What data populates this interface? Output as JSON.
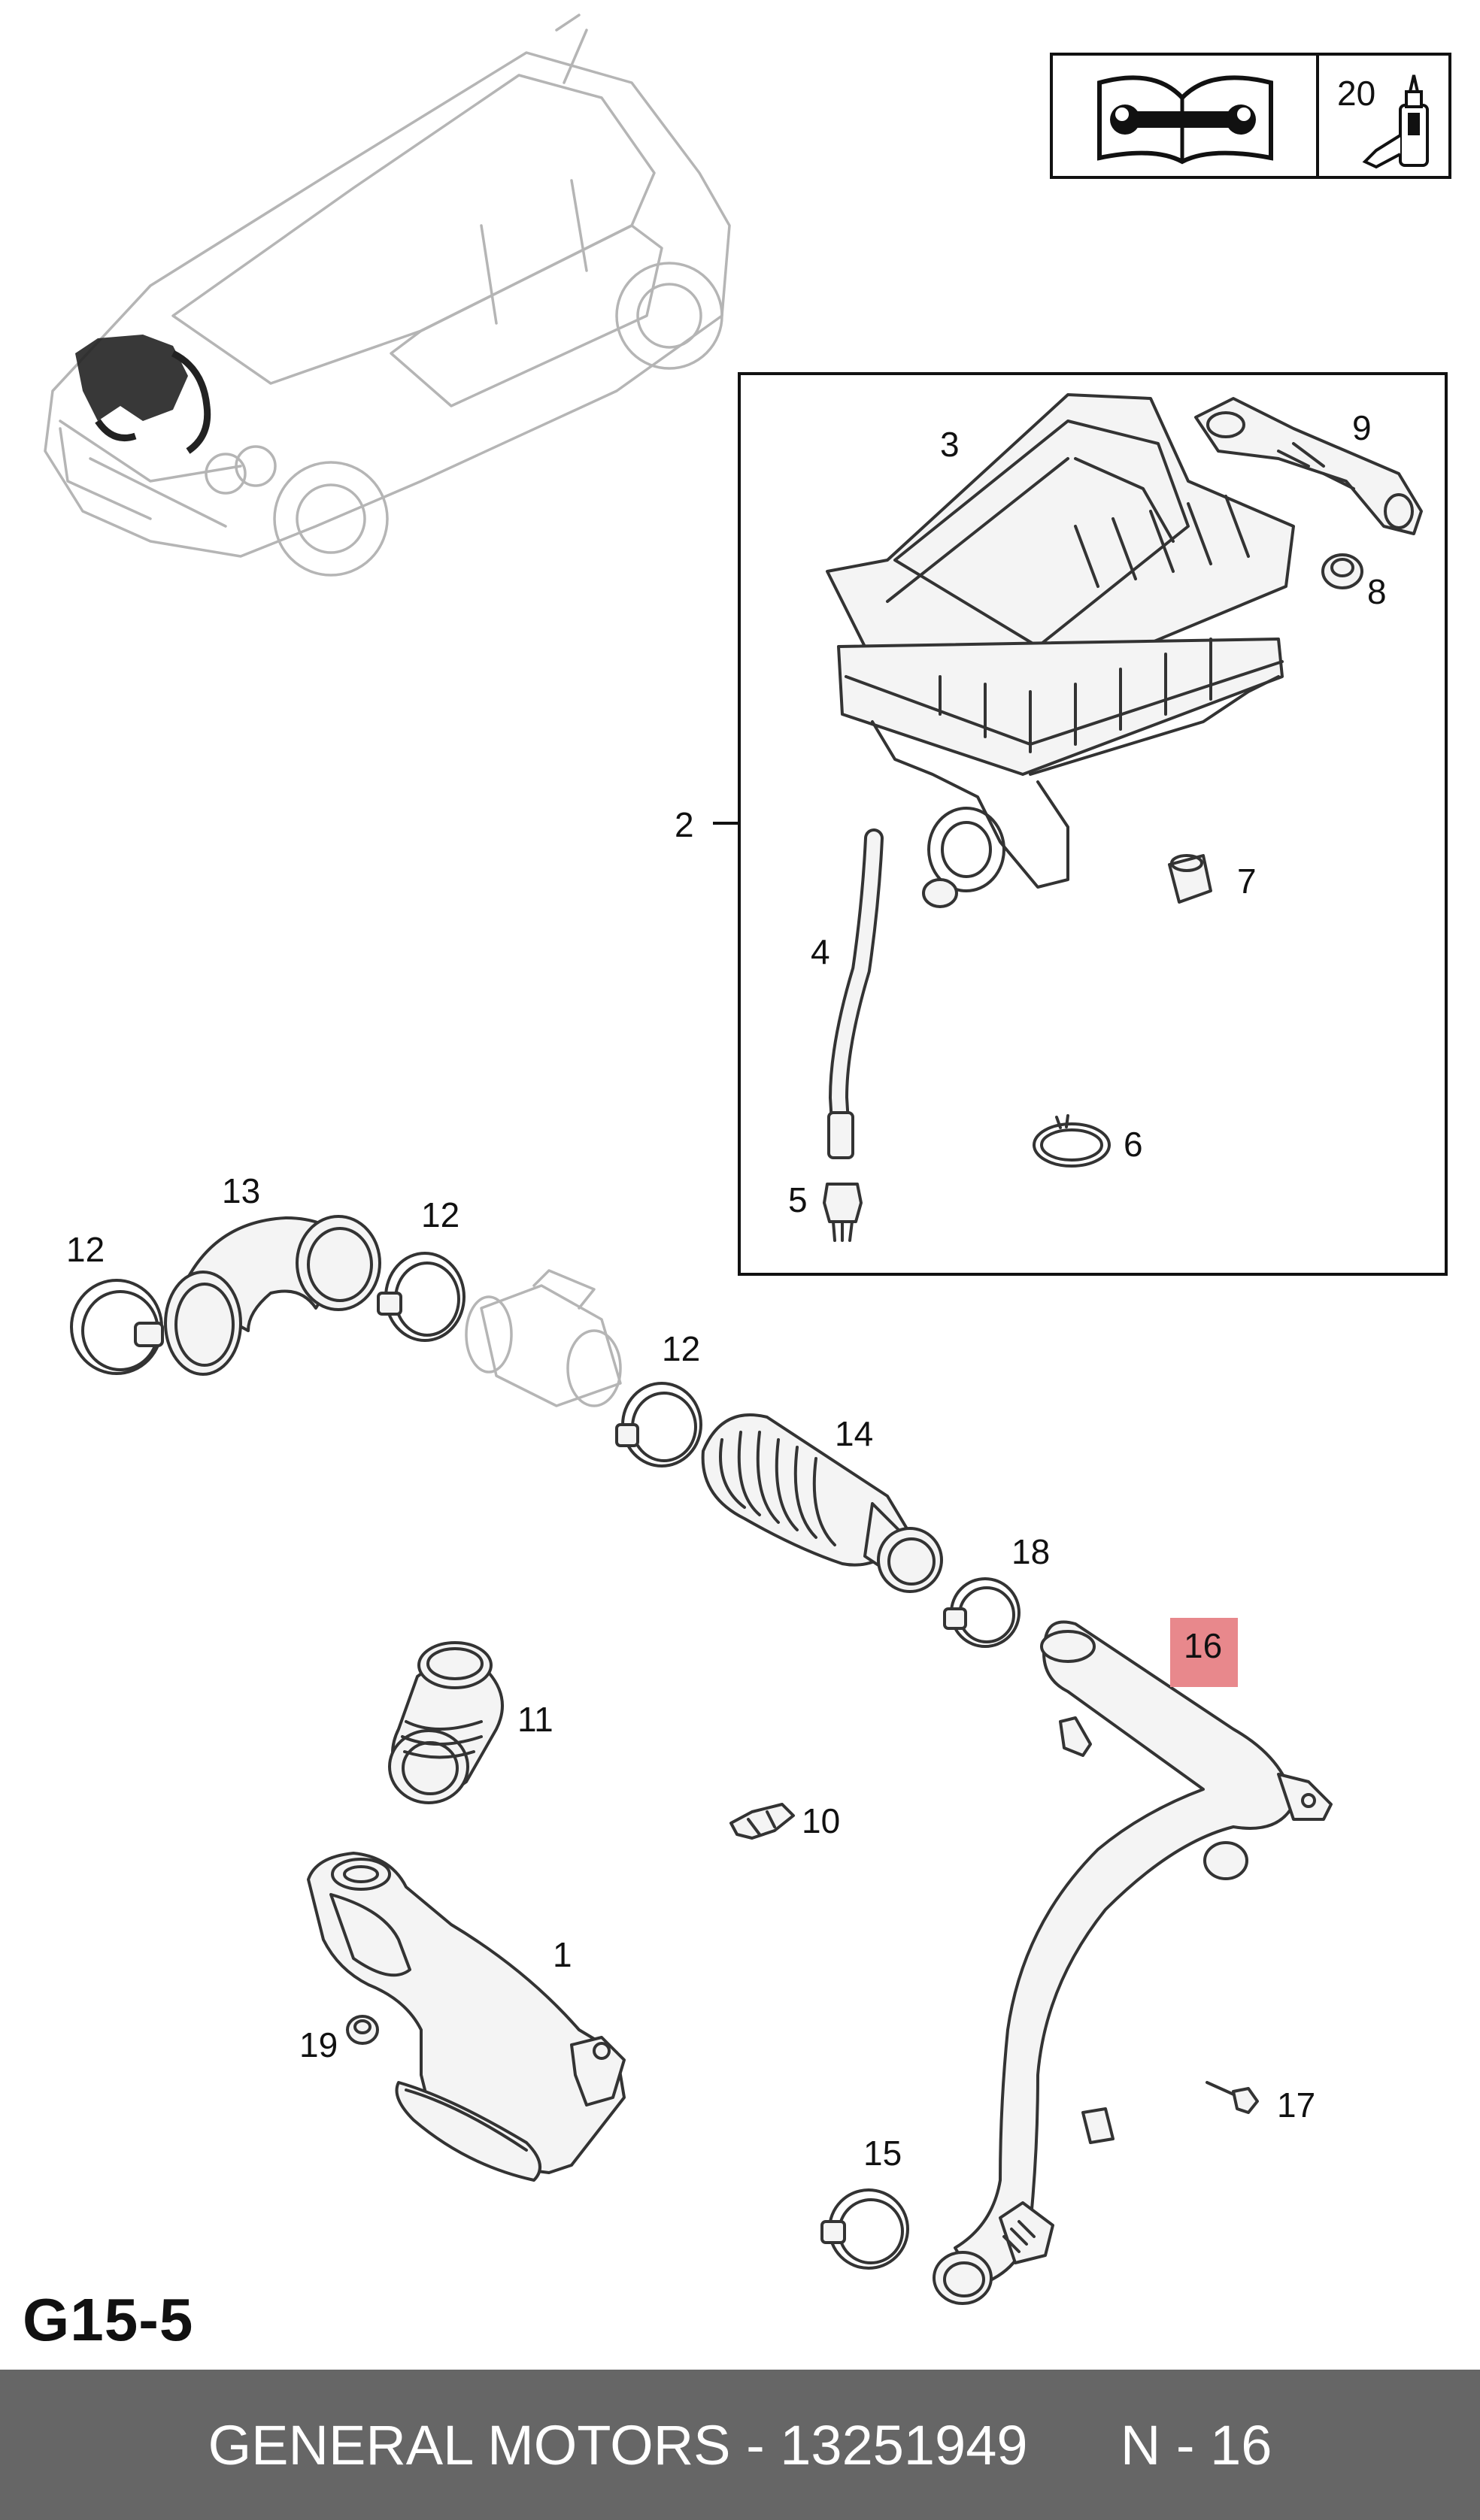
{
  "sheet_code": "G15-5",
  "footer": {
    "text": "GENERAL MOTORS - 13251949      N - 16"
  },
  "highlight_color": "#e8888c",
  "callouts": {
    "c1": "1",
    "c2": "2",
    "c3": "3",
    "c4": "4",
    "c5": "5",
    "c6": "6",
    "c7": "7",
    "c8": "8",
    "c9": "9",
    "c10": "10",
    "c11": "11",
    "c12a": "12",
    "c12b": "12",
    "c12c": "12",
    "c13": "13",
    "c14": "14",
    "c15": "15",
    "c16": "16",
    "c17": "17",
    "c18": "18",
    "c19": "19",
    "c20": "20"
  },
  "icons": {
    "manual": "repair-manual-icon",
    "sealant": "sealant-bottle-icon",
    "vehicle": "vehicle-overview-icon"
  }
}
